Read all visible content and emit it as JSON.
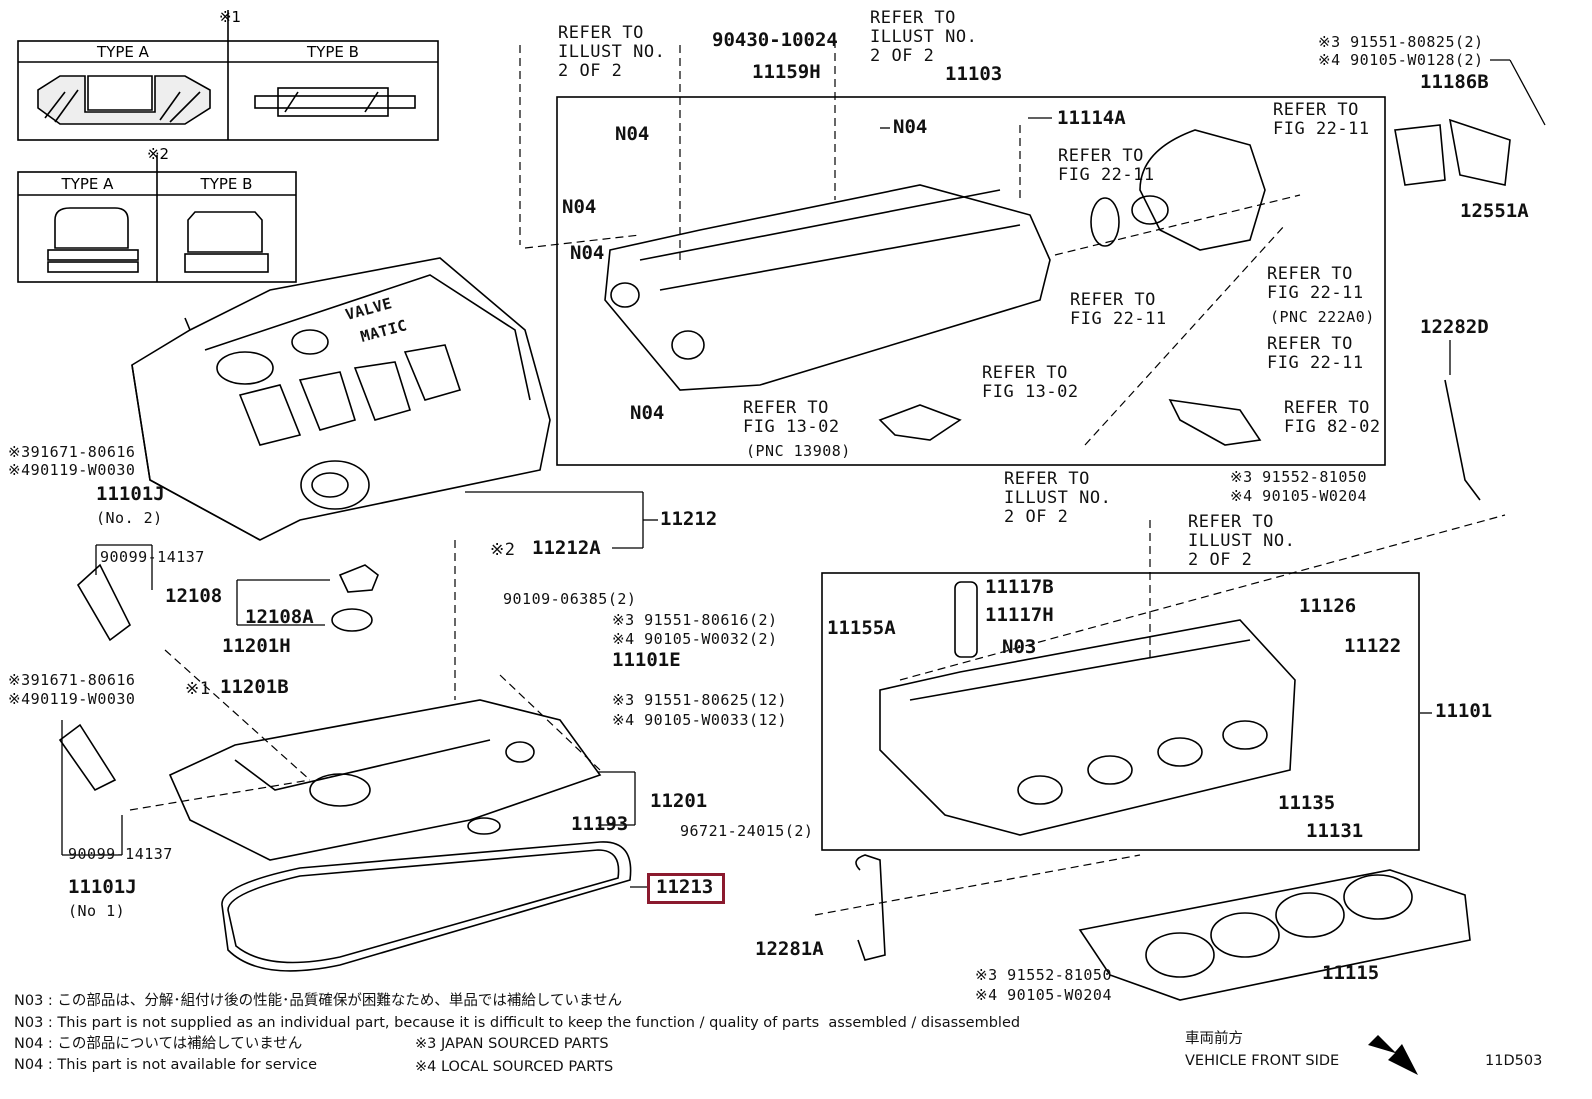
{
  "diagram_id": "11D503",
  "type_box_1": {
    "mark": "※1",
    "type_a": "TYPE A",
    "type_b": "TYPE B"
  },
  "type_box_2": {
    "mark": "※2",
    "type_a": "TYPE A",
    "type_b": "TYPE B"
  },
  "cover_emblem": {
    "line1": "VALVE",
    "line2": "MATIC"
  },
  "labels": {
    "refer_illust_1": "REFER TO\nILLUST NO.\n2 OF 2",
    "p_90430": "90430-10024",
    "refer_illust_2": "REFER TO\nILLUST NO.\n2 OF 2",
    "p_11159h": "11159H",
    "p_11103": "11103",
    "p_n04_top": "N04",
    "p_11114a": "11114A",
    "refer_22_11_a": "REFER TO\nFIG 22-11",
    "refer_22_11_b": "REFER TO\nFIG 22-11",
    "p_n04_a": "N04",
    "p_n04_b": "N04",
    "p_n04_c": "N04",
    "p_n04_d": "N04",
    "refer_22_11_c": "REFER TO\nFIG 22-11",
    "refer_22_11_pnc": "REFER TO\nFIG 22-11",
    "pnc_222a0": "(PNC 222A0)",
    "refer_13_02_a": "REFER TO\nFIG 13-02",
    "refer_13_02_b": "REFER TO\nFIG 13-02",
    "pnc_13908": "(PNC 13908)",
    "refer_22_11_d": "REFER TO\nFIG 22-11",
    "refer_82_02": "REFER TO\nFIG 82-02",
    "p_91551_80825": "※3 91551-80825(2)",
    "p_90105_w0128": "※4 90105-W0128(2)",
    "p_11186b": "11186B",
    "p_12551a": "12551A",
    "p_12282d": "12282D",
    "p_91671_80616_a": "※391671-80616",
    "p_90119_w0030_a": "※490119-W0030",
    "p_11101j_a": "11101J",
    "no2": "(No. 2)",
    "p_90099_a": "90099-14137",
    "p_12108": "12108",
    "p_12108a": "12108A",
    "p_11201h": "11201H",
    "p_11201b": "11201B",
    "mark1_11201b": "※1",
    "p_91671_80616_b": "※391671-80616",
    "p_90119_w0030_b": "※490119-W0030",
    "p_90099_b": "90099-14137",
    "p_11101j_b": "11101J",
    "no1": "(No 1)",
    "p_11212": "11212",
    "p_11212a": "11212A",
    "mark2_11212a": "※2",
    "p_90109": "90109-06385(2)",
    "p_91551_80616": "※3 91551-80616(2)",
    "p_90105_w0032": "※4 90105-W0032(2)",
    "p_11101e": "11101E",
    "p_91551_80625": "※3 91551-80625(12)",
    "p_90105_w0033": "※4 90105-W0033(12)",
    "p_11201": "11201",
    "p_11193": "11193",
    "p_11213": "11213",
    "refer_illust_3": "REFER TO\nILLUST NO.\n2 OF 2",
    "refer_illust_4": "REFER TO\nILLUST NO.\n2 OF 2",
    "p_91552_81050_a": "※3 91552-81050",
    "p_90105_w0204_a": "※4 90105-W0204",
    "p_11117b": "11117B",
    "p_11117h": "11117H",
    "p_n03": "N03",
    "p_11155a": "11155A",
    "p_11126": "11126",
    "p_11122": "11122",
    "p_11101": "11101",
    "p_96721": "96721-24015(2)",
    "p_11135": "11135",
    "p_11131": "11131",
    "p_12281a": "12281A",
    "p_91552_81050_b": "※3 91552-81050",
    "p_90105_w0204_b": "※4 90105-W0204",
    "p_11115": "11115"
  },
  "notes": [
    "N03 : この部品は、分解･組付け後の性能･品質確保が困難なため、単品では補給していません",
    "N03 : This part is not supplied as an individual part, because it is difficult to keep the function / quality of parts  assembled / disassembled",
    "N04 : この部品については補給していません",
    "N04 : This part is not available for service"
  ],
  "legend": {
    "japan": "※3 JAPAN SOURCED PARTS",
    "local": "※4 LOCAL SOURCED PARTS"
  },
  "front": {
    "jp": "車両前方",
    "en": "VEHICLE FRONT SIDE"
  },
  "highlight_color": "#8b1a2e"
}
